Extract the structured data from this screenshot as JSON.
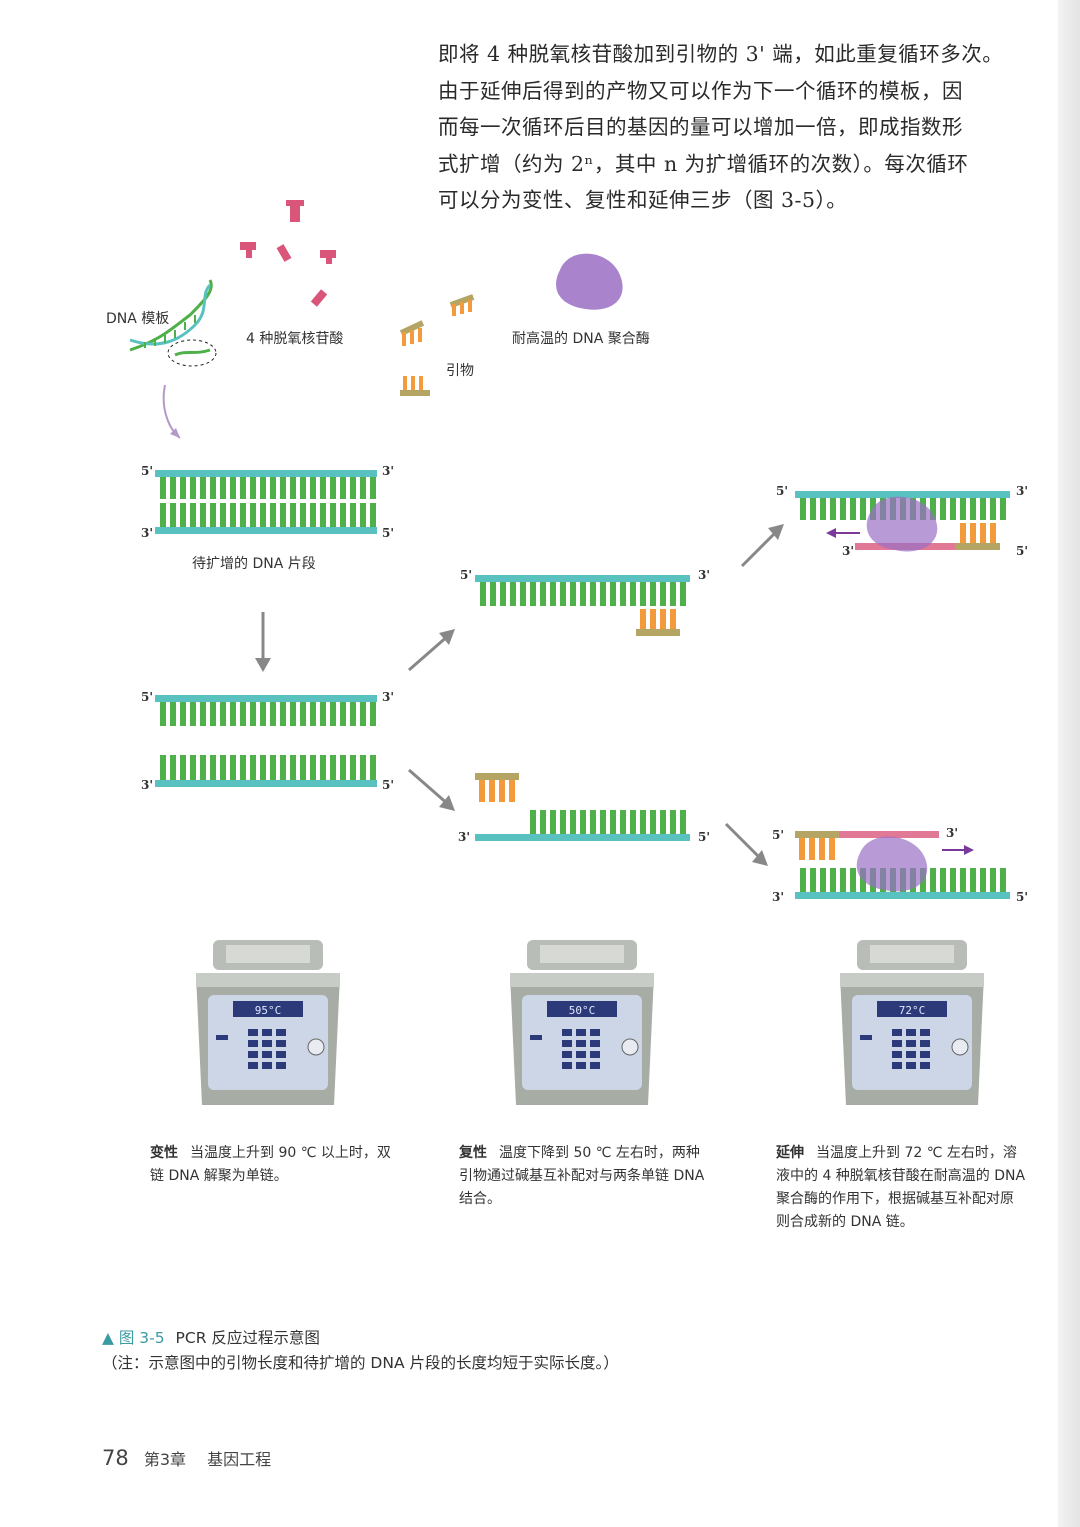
{
  "intro": {
    "lines": [
      "即将 4 种脱氧核苷酸加到引物的 3' 端，如此重复循环多次。",
      "由于延伸后得到的产物又可以作为下一个循环的模板，因",
      "而每一次循环后目的基因的量可以增加一倍，即成指数形",
      "式扩增（约为 2ⁿ，其中 n 为扩增循环的次数）。每次循环",
      "可以分为变性、复性和延伸三步（图 3-5）。"
    ]
  },
  "labels": {
    "dna_template": "DNA 模板",
    "nucleotides": "4 种脱氧核苷酸",
    "primer": "引物",
    "polymerase": "耐高温的 DNA 聚合酶",
    "fragment": "待扩增的 DNA 片段"
  },
  "ends": {
    "five": "5'",
    "three": "3'"
  },
  "machines": [
    {
      "display": "95°C"
    },
    {
      "display": "50°C"
    },
    {
      "display": "72°C"
    }
  ],
  "captions": [
    {
      "step": "变性",
      "text": "当温度上升到 90 ℃ 以上时，双链 DNA 解聚为单链。"
    },
    {
      "step": "复性",
      "text": "温度下降到 50 ℃ 左右时，两种引物通过碱基互补配对与两条单链 DNA 结合。"
    },
    {
      "step": "延伸",
      "text": "当温度上升到 72 ℃ 左右时，溶液中的 4 种脱氧核苷酸在耐高温的 DNA 聚合酶的作用下，根据碱基互补配对原则合成新的 DNA 链。"
    }
  ],
  "figure": {
    "number": "图 3-5",
    "title": "PCR 反应过程示意图",
    "note": "（注：示意图中的引物长度和待扩增的 DNA 片段的长度均短于实际长度。）"
  },
  "footer": {
    "page": "78",
    "chapter": "第3章",
    "title": "基因工程"
  },
  "colors": {
    "backbone": "#59c2c0",
    "base": "#4fb04a",
    "primer": "#f29a3c",
    "nucleotide": "#d9567a",
    "polymerase": "#9a6fc4",
    "accent": "#3a9aa2"
  }
}
